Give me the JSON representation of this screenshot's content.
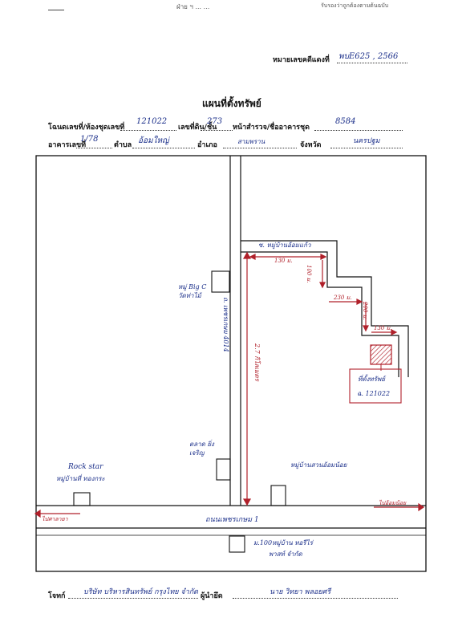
{
  "header": {
    "top_scribble": "ฝ่าย ฯ ... ...",
    "top_right_note": "รับรองว่าถูกต้องตามต้นฉบับ"
  },
  "deed_ref": {
    "label": "หมายเลขคดีแดงที่",
    "value": "พบE625 , 2566"
  },
  "title": "แผนที่ตั้งทรัพย์",
  "fields": {
    "deed_no_label": "โฉนดเลขที่/ห้องชุดเลขที่",
    "deed_no_value": "121022",
    "land_no_label": "เลขที่ดิน/ชั้น",
    "land_no_value": "273",
    "survey_label": "หน้าสำรวจ/ชื่ออาคารชุด",
    "survey_value": "8584",
    "building_label": "อาคารเลขที่",
    "building_value": "1/78",
    "subdistrict_label": "ตำบล",
    "subdistrict_value": "อ้อมใหญ่",
    "district_label": "อำเภอ",
    "district_value": "สามพราน",
    "province_label": "จังหวัด",
    "province_value": "นครปฐม"
  },
  "map": {
    "alley_label": "ซ. หมู่บ้านอ้อมแก้ว",
    "road_vertical_label": "ถ. เพชรเกษม 4014",
    "dist_130a": "130 ม.",
    "dist_100": "100 ม.",
    "dist_230": "230 ม.",
    "dist_200": "200 ม.",
    "dist_130b": "130 ม.",
    "dist_total": "2.7 กิโลเมตร",
    "place_top_left": "หมู่ Big C วัดท่าไม้",
    "place_middle": "ตลาด ยิ่งเจริญ",
    "rockstar": "Rock star",
    "rockstar_sub": "หมู่บ้านที่ ทองกระ",
    "place_bottom_right": "หมู่บ้านสวนอ้อมน้อย",
    "left_arrow_label": "ไปศาลายา",
    "right_arrow_label": "ไปอ้อมน้อย",
    "main_road": "ถนนเพชรเกษม 1",
    "bottom_label_1": "ม.100หมู่บ้าน ทอรีไร่",
    "bottom_label_2": "พาสท์ จำกัด",
    "target_label_1": "ที่ตั้งทรัพย์",
    "target_label_2": "ฉ. 121022"
  },
  "footer": {
    "plaintiff_label": "โจทก์",
    "plaintiff_value": "บริษัท บริหารสินทรัพย์ กรุงไทย จำกัด",
    "signer_label": "ผู้นำยึด",
    "signer_value": "นาย วิทยา พลอยศรี"
  }
}
